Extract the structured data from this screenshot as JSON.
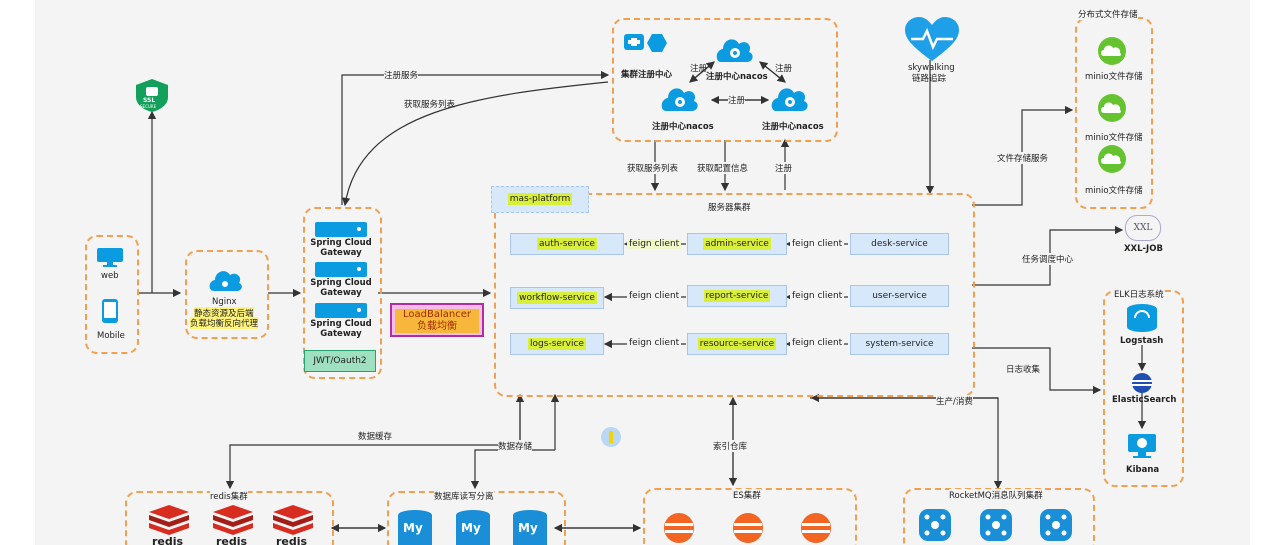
{
  "nodes": {
    "web": "web",
    "mobile": "Mobile",
    "nginx": "Nginx",
    "nginx_sub1": "静态资源及后端",
    "nginx_sub2": "负载均衡反向代理",
    "gateway": "Spring Cloud Gateway",
    "jwt": "JWT/Oauth2",
    "lb1": "LoadBalancer",
    "lb2": "负载均衡",
    "cluster_reg": "集群注册中心",
    "nacos": "注册中心nacos",
    "skywalking1": "skywalking",
    "skywalking2": "链路追踪",
    "mas_platform": "mas-platform",
    "server_cluster": "服务器集群",
    "minio": "minio文件存储",
    "dist_storage": "分布式文件存储",
    "xxljob": "XXL-JOB",
    "elk": "ELK日志系统",
    "logstash": "Logstash",
    "elasticsearch": "ElasticSearch",
    "kibana": "Kibana",
    "redis_cluster": "redis集群",
    "redis": "redis",
    "db_split": "数据库读写分离",
    "es_cluster": "ES集群",
    "mq_cluster": "RocketMQ消息队列集群",
    "ssl": "SSL",
    "secure": "SECURE",
    "xxl_logo": "XXL",
    "my": "My"
  },
  "services": {
    "auth": "auth-service",
    "admin": "admin-service",
    "desk": "desk-service",
    "workflow": "workflow-service",
    "report": "report-service",
    "user": "user-service",
    "logs": "logs-service",
    "resource": "resource-service",
    "system": "system-service",
    "feign": "feign client"
  },
  "edges": {
    "register_service": "注册服务",
    "fetch_service_list": "获取服务列表",
    "register": "注册",
    "fetch_config": "获取配置信息",
    "file_storage_service": "文件存储服务",
    "task_center": "任务调度中心",
    "log_collect": "日志收集",
    "produce_consume": "生产/消费",
    "data_cache": "数据缓存",
    "data_storage": "数据存储",
    "index_repo": "索引仓库"
  },
  "colors": {
    "dash": "#f0a050",
    "service_fill": "#d8e8fb",
    "highlight": "#d9ef3a",
    "icon_blue": "#0b9be0",
    "redis_red": "#d82c20",
    "es_orange": "#f26522",
    "ssl_green": "#12a05a",
    "sky_blue": "#1f9fe8",
    "minio_green": "#66c330"
  }
}
